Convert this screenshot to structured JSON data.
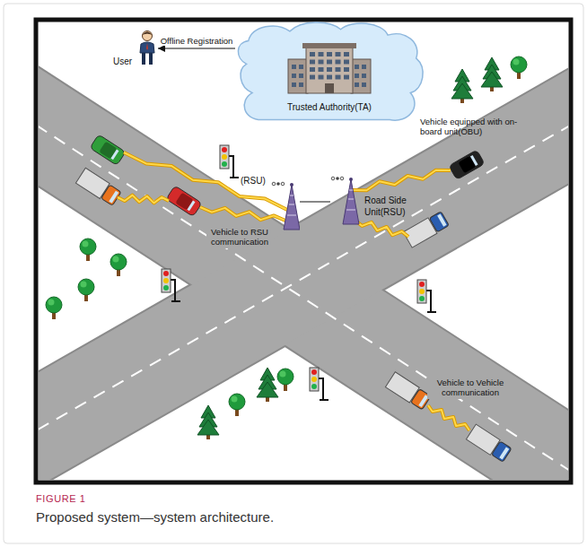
{
  "diagram": {
    "caption": "Proposed system—system architecture.",
    "nodes": [
      {
        "text": [
          "User"
        ]
      },
      {
        "text": [
          "Trusted Authority(TA)"
        ]
      },
      {
        "text": [
          "(RSU)"
        ]
      },
      {
        "text": [
          "Road Side Unit(RSU)"
        ]
      }
    ],
    "edges": [
      {
        "from": 1,
        "to": 0,
        "arrow": "to",
        "label": "Offline Registration"
      },
      {
        "from": 2,
        "to": 3,
        "arrow": "none"
      }
    ],
    "labels": [
      "Vehicle to RSU communication",
      "Vehicle equipped with on-board unit(OBU)",
      "Vehicle to Vehicle communication",
      "FIGURE 1"
    ]
  }
}
